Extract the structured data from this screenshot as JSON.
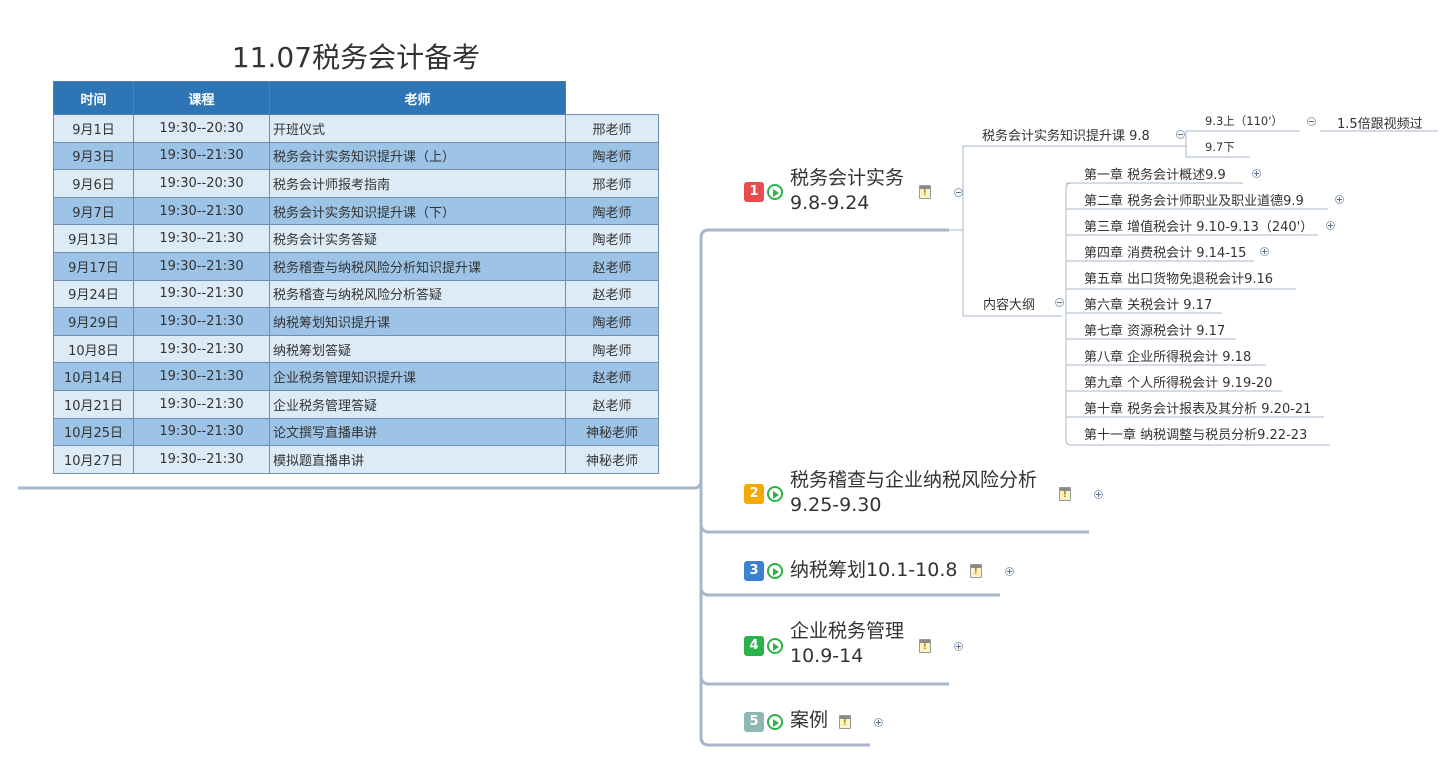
{
  "title": "11.07税务会计备考",
  "table": {
    "headers": [
      "时间",
      "课程",
      "老师"
    ],
    "rows": [
      {
        "date": "9月1日",
        "time": "19:30--20:30",
        "course": "开班仪式",
        "teacher": "邢老师"
      },
      {
        "date": "9月3日",
        "time": "19:30--21:30",
        "course": "税务会计实务知识提升课（上）",
        "teacher": "陶老师"
      },
      {
        "date": "9月6日",
        "time": "19:30--20:30",
        "course": "税务会计师报考指南",
        "teacher": "邢老师"
      },
      {
        "date": "9月7日",
        "time": "19:30--21:30",
        "course": "税务会计实务知识提升课（下）",
        "teacher": "陶老师"
      },
      {
        "date": "9月13日",
        "time": "19:30--21:30",
        "course": "税务会计实务答疑",
        "teacher": "陶老师"
      },
      {
        "date": "9月17日",
        "time": "19:30--21:30",
        "course": "税务稽查与纳税风险分析知识提升课",
        "teacher": "赵老师"
      },
      {
        "date": "9月24日",
        "time": "19:30--21:30",
        "course": "税务稽查与纳税风险分析答疑",
        "teacher": "赵老师"
      },
      {
        "date": "9月29日",
        "time": "19:30--21:30",
        "course": "纳税筹划知识提升课",
        "teacher": "陶老师"
      },
      {
        "date": "10月8日",
        "time": "19:30--21:30",
        "course": "纳税筹划答疑",
        "teacher": "陶老师"
      },
      {
        "date": "10月14日",
        "time": "19:30--21:30",
        "course": "企业税务管理知识提升课",
        "teacher": "赵老师"
      },
      {
        "date": "10月21日",
        "time": "19:30--21:30",
        "course": "企业税务管理答疑",
        "teacher": "赵老师"
      },
      {
        "date": "10月25日",
        "time": "19:30--21:30",
        "course": "论文撰写直播串讲",
        "teacher": "神秘老师"
      },
      {
        "date": "10月27日",
        "time": "19:30--21:30",
        "course": "模拟题直播串讲",
        "teacher": "神秘老师"
      }
    ]
  },
  "topics": [
    {
      "num": "1",
      "color": "#e84c4c",
      "line1": "税务会计实务",
      "line2": "9.8-9.24"
    },
    {
      "num": "2",
      "color": "#f5a800",
      "line1": "税务稽查与企业纳税风险分析",
      "line2": "9.25-9.30"
    },
    {
      "num": "3",
      "color": "#3b82d6",
      "line1": "纳税筹划10.1-10.8",
      "line2": ""
    },
    {
      "num": "4",
      "color": "#2bb24c",
      "line1": "企业税务管理",
      "line2": "10.9-14"
    },
    {
      "num": "5",
      "color": "#8fb7b3",
      "line1": "案例",
      "line2": ""
    }
  ],
  "topic1_children": {
    "branch_a": "税务会计实务知识提升课 9.8",
    "branch_a_items": [
      "9.3上（110'）",
      "9.7下"
    ],
    "branch_a_note": "1.5倍跟视频过",
    "branch_b": "内容大纲",
    "chapters": [
      "第一章 税务会计概述9.9",
      "第二章 税务会计师职业及职业道德9.9",
      "第三章 增值税会计 9.10-9.13（240'）",
      "第四章 消费税会计 9.14-15",
      "第五章 出口货物免退税会计9.16",
      "第六章 关税会计 9.17",
      "第七章 资源税会计 9.17",
      "第八章 企业所得税会计 9.18",
      "第九章 个人所得税会计 9.19-20",
      "第十章 税务会计报表及其分析 9.20-21",
      "第十一章 纳税调整与税员分析9.22-23"
    ]
  }
}
